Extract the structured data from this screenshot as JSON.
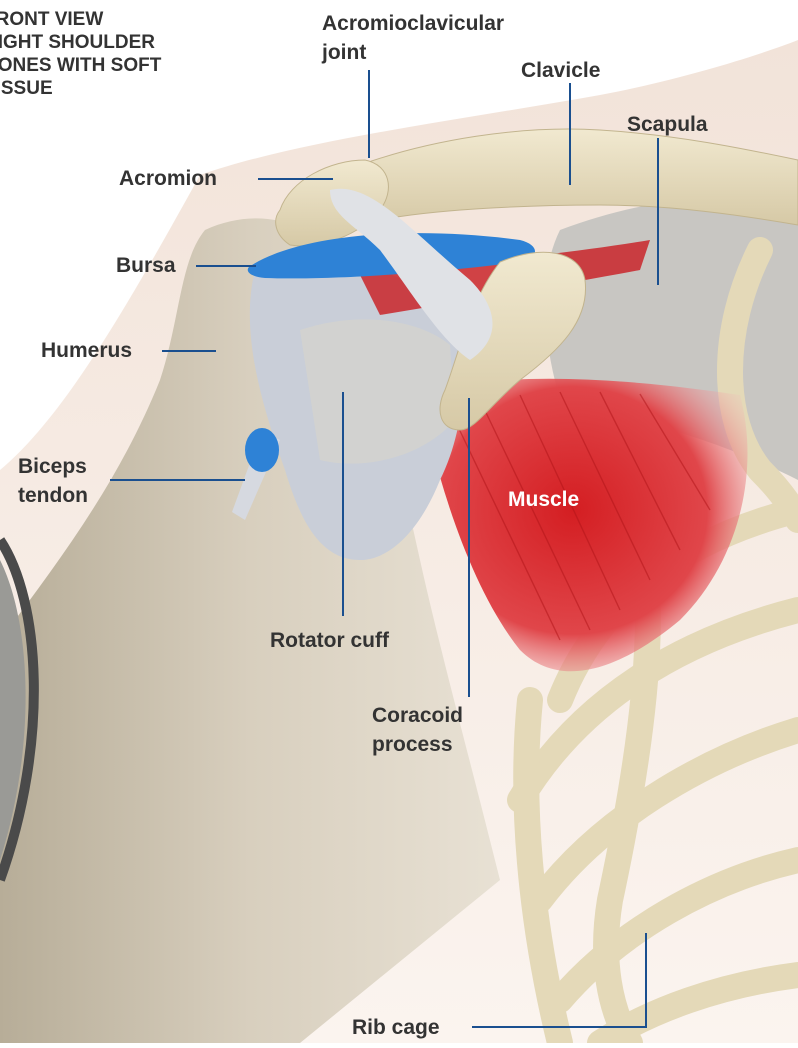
{
  "diagram": {
    "title_lines": [
      "FRONT VIEW",
      "RIGHT SHOULDER",
      "BONES WITH SOFT",
      "TISSUE"
    ],
    "labels": {
      "acromioclavicular_line1": "Acromioclavicular",
      "acromioclavicular_line2": "joint",
      "clavicle": "Clavicle",
      "scapula": "Scapula",
      "acromion": "Acromion",
      "bursa": "Bursa",
      "humerus": "Humerus",
      "biceps_line1": "Biceps",
      "biceps_line2": "tendon",
      "muscle": "Muscle",
      "rotator_cuff": "Rotator cuff",
      "coracoid_line1": "Coracoid",
      "coracoid_line2": "process",
      "rib_cage": "Rib cage"
    },
    "colors": {
      "bone": "#e6dcc0",
      "bone_shadow": "#c9bd9c",
      "skin": "#f0e2d8",
      "cartilage": "#c9ced8",
      "bursa": "#2e82d6",
      "muscle": "#d41e22",
      "leader_line": "#1a4f8f",
      "label_text": "#333333"
    }
  }
}
